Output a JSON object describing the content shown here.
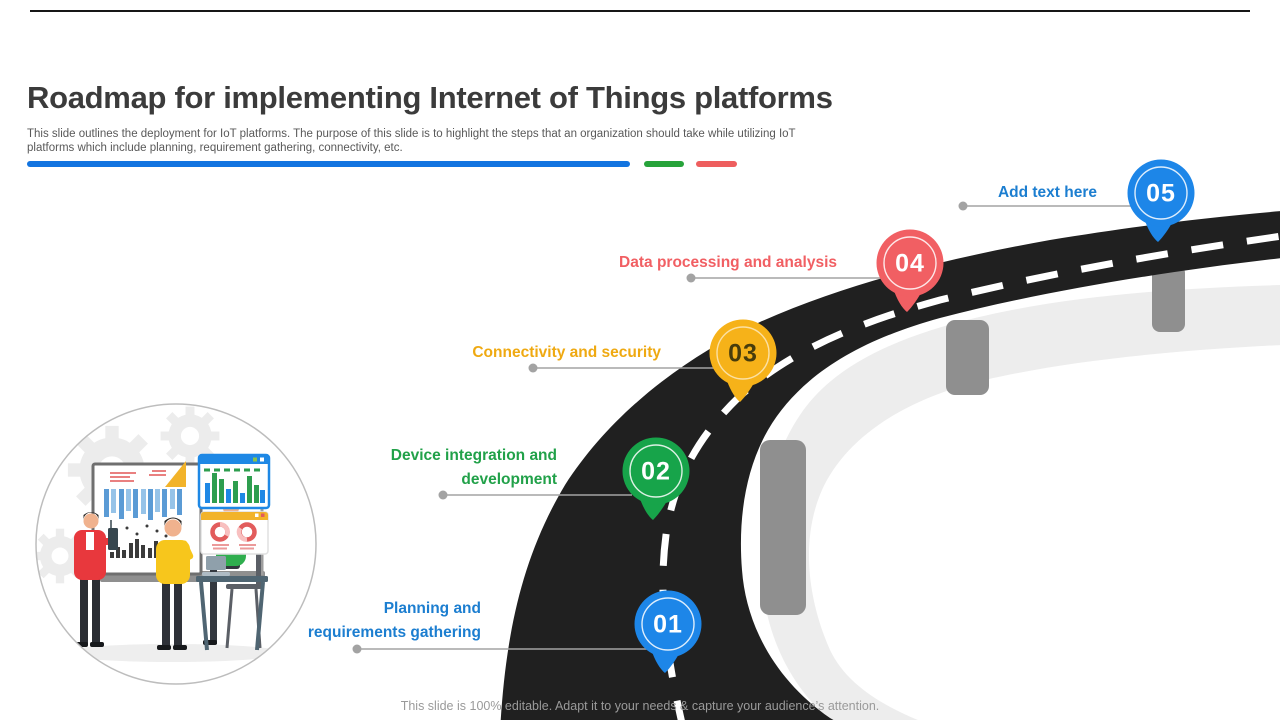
{
  "slide": {
    "title": "Roadmap for implementing Internet of Things platforms",
    "subtitle_lines": [
      "This slide outlines the deployment for IoT platforms. The purpose of this slide is to highlight the steps that an organization should take while utilizing IoT",
      "platforms which include planning, requirement gathering, connectivity, etc."
    ],
    "footer": "This slide is 100% editable. Adapt it to your needs & capture your audience’s attention."
  },
  "milestones": [
    {
      "number": "01",
      "lines": [
        "Planning and",
        "requirements gathering"
      ],
      "pin_color": "#1d86e8",
      "number_color": "#ffffff",
      "label_color": "#1c7ed0"
    },
    {
      "number": "02",
      "lines": [
        "Device integration and",
        "development"
      ],
      "pin_color": "#17a44a",
      "number_color": "#ffffff",
      "label_color": "#21a149"
    },
    {
      "number": "03",
      "lines": [
        "Connectivity and security"
      ],
      "pin_color": "#f6b219",
      "number_color": "#473c0c",
      "label_color": "#efa911"
    },
    {
      "number": "04",
      "lines": [
        "Data processing and analysis"
      ],
      "pin_color": "#f15f63",
      "number_color": "#ffffff",
      "label_color": "#f15f63"
    },
    {
      "number": "05",
      "lines": [
        "Add text here"
      ],
      "pin_color": "#1d86e8",
      "number_color": "#ffffff",
      "label_color": "#1c7ed0"
    }
  ],
  "graphics": {
    "road_color": "#202020",
    "road_dash_color": "#ffffff",
    "shadow_swoosh_color": "#ededed",
    "pillar_color": "#8f8f8f",
    "connector_color": "#a3a3a3",
    "divider_blue": "#1274e0",
    "divider_green": "#27a33a",
    "divider_red": "#ee5e5e",
    "top_rule": "#161616"
  }
}
